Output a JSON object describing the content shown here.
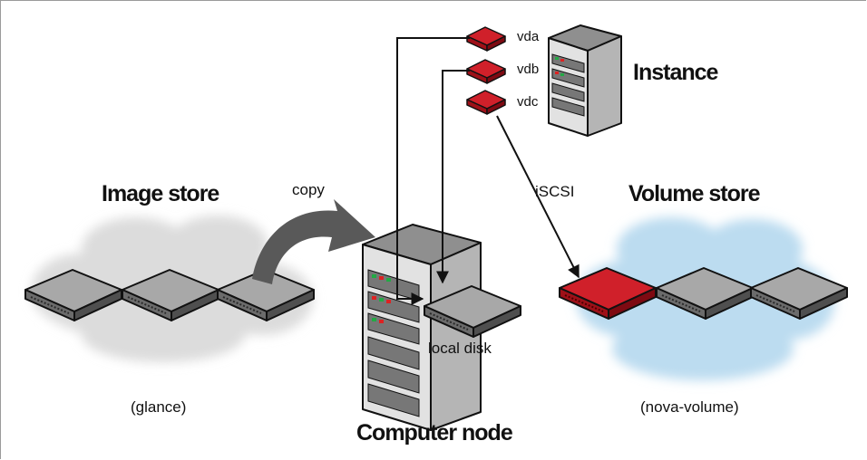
{
  "diagram": {
    "image_store": {
      "title": "Image store",
      "subtitle": "(glance)"
    },
    "volume_store": {
      "title": "Volume store",
      "subtitle": "(nova-volume)"
    },
    "compute_node": {
      "title": "Computer node",
      "disk_label": "local disk"
    },
    "instance": {
      "title": "Instance",
      "devices": [
        "vda",
        "vdb",
        "vdc"
      ]
    },
    "edges": {
      "copy_label": "copy",
      "iscsi_label": "iSCSI"
    },
    "colors": {
      "red_device": "#d0202a",
      "gray_device": "#8c8c8c",
      "cloud_gray": "#dcdcdc",
      "cloud_blue": "#bcdcf0",
      "arrow": "#595959"
    }
  }
}
